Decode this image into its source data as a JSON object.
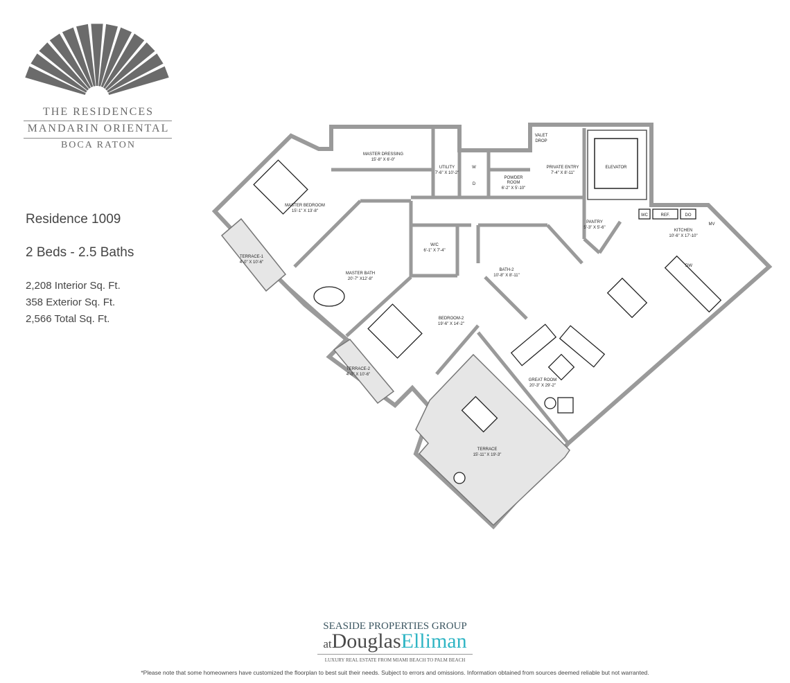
{
  "logo": {
    "line1": "THE RESIDENCES",
    "line2": "MANDARIN ORIENTAL",
    "line3": "BOCA RATON",
    "fan_color": "#6b6b6b"
  },
  "residence": {
    "title": "Residence 1009",
    "beds_baths": "2 Beds - 2.5 Baths",
    "interior": "2,208 Interior Sq. Ft.",
    "exterior": "358 Exterior Sq. Ft.",
    "total": "2,566 Total Sq. Ft."
  },
  "rooms": {
    "master_dressing": {
      "name": "MASTER DRESSING",
      "size": "15'-8\" X 6'-0\""
    },
    "utility": {
      "name": "UTILITY",
      "size": "7'-6\" X 10'-2\""
    },
    "washer": "W",
    "dryer": "D",
    "powder_room": {
      "name1": "POWDER",
      "name2": "ROOM",
      "size": "6'-2\" X 5'-10\""
    },
    "valet": {
      "name1": "VALET",
      "name2": "DROP"
    },
    "private_entry": {
      "name": "PRIVATE ENTRY",
      "size": "7'-4\" X 8'-11\""
    },
    "elevator": {
      "name": "ELEVATOR"
    },
    "master_bedroom": {
      "name": "MASTER BEDROOM",
      "size": "15'-1\" X 13'-8\""
    },
    "wic": {
      "name": "W/C",
      "size": "6'-1\" X 7'-4\""
    },
    "pantry": {
      "name": "PANTRY",
      "size": "5'-3\" X 5'-6\""
    },
    "kitchen": {
      "name": "KITCHEN",
      "size": "10'-6\" X 17'-10\""
    },
    "appliances": {
      "wc": "WC",
      "ref": "REF.",
      "do": "DO",
      "mv": "MV",
      "dw": "DW"
    },
    "terrace_1": {
      "name": "TERRACE-1",
      "size": "4'-0\" X 10'-6\""
    },
    "master_bath": {
      "name": "MASTER BATH",
      "size": "20'-7\" X12'-8\""
    },
    "bath_2": {
      "name": "BATH-2",
      "size": "10'-8\" X 8'-11\""
    },
    "bedroom_2": {
      "name": "BEDROOM-2",
      "size": "19'-6\" X 14'-2\""
    },
    "terrace_2": {
      "name": "TERRACE-2",
      "size": "4'-0\" X 10'-6\""
    },
    "great_room": {
      "name": "GREAT ROOM",
      "size": "20'-3\" X 29'-2\""
    },
    "terrace": {
      "name": "TERRACE",
      "size": "15'-11\" X 19'-3\""
    }
  },
  "brand": {
    "line1": "SEASIDE PROPERTIES GROUP",
    "at": "at",
    "douglas": "Douglas",
    "elliman": "Elliman",
    "tagline": "LUXURY REAL ESTATE FROM MIAMI BEACH TO PALM BEACH",
    "dark_color": "#4a4a4a",
    "accent_color": "#2fb5c4"
  },
  "disclaimer": "*Please note that some homeowners have customized the floorplan to best suit their needs. Subject to errors and omissions. Information obtained from sources deemed reliable but not warranted."
}
